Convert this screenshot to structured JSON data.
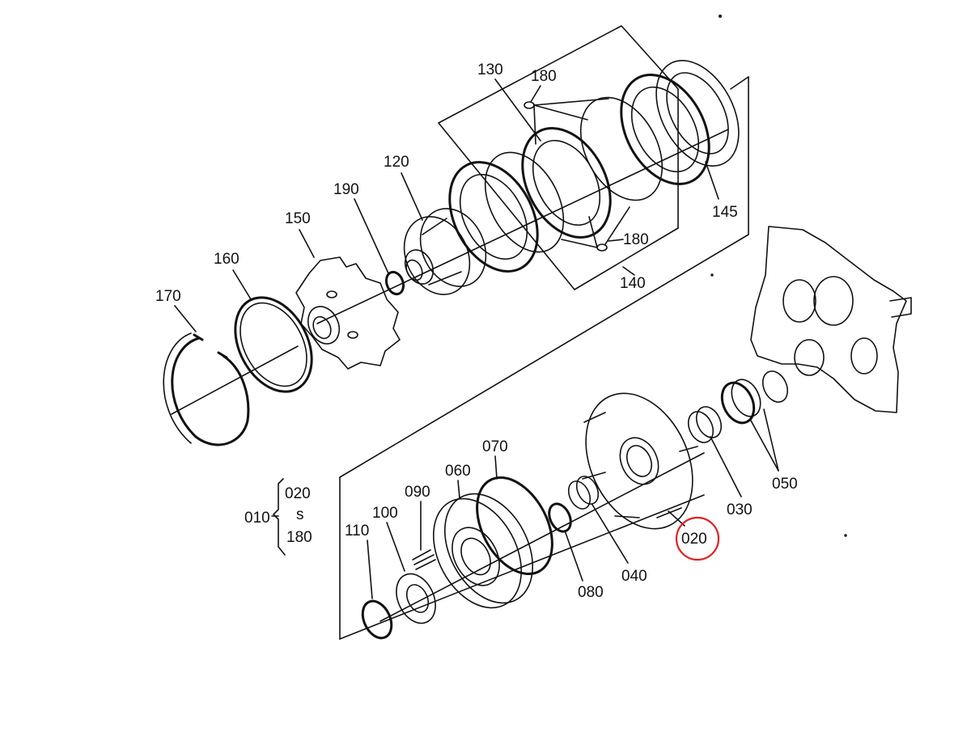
{
  "diagram": {
    "labels": {
      "p170": "170",
      "p160": "160",
      "p150": "150",
      "p190": "190",
      "p120": "120",
      "p130": "130",
      "p180_top": "180",
      "p180_mid": "180",
      "p145": "145",
      "p140": "140",
      "p010": "010",
      "p010_from": "020",
      "p010_sep": "s",
      "p010_to": "180",
      "p110": "110",
      "p100": "100",
      "p090": "090",
      "p060": "060",
      "p070": "070",
      "p080": "080",
      "p040": "040",
      "p020": "020",
      "p030": "030",
      "p050": "050"
    },
    "highlight": {
      "target": "020",
      "color": "#e02020"
    },
    "line_color": "#111111"
  }
}
